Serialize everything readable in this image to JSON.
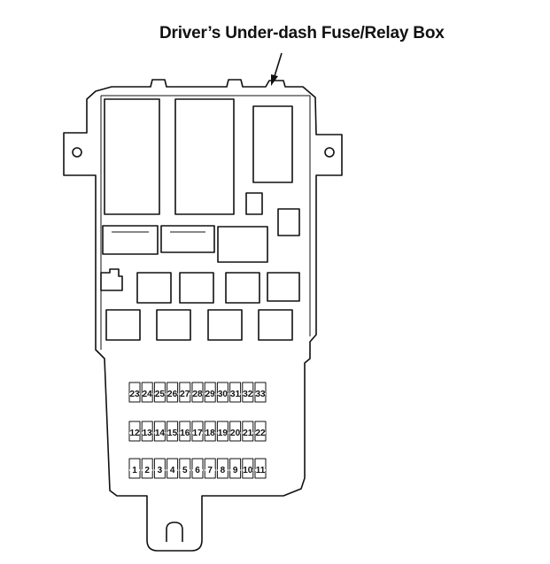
{
  "title": "Driver’s Under-dash Fuse/Relay Box",
  "fuse_rows": [
    [
      "23",
      "24",
      "25",
      "26",
      "27",
      "28",
      "29",
      "30",
      "31",
      "32",
      "33"
    ],
    [
      "12",
      "13",
      "14",
      "15",
      "16",
      "17",
      "18",
      "19",
      "20",
      "21",
      "22"
    ],
    [
      "1",
      "2",
      "3",
      "4",
      "5",
      "6",
      "7",
      "8",
      "9",
      "10",
      "11"
    ]
  ],
  "colors": {
    "line": "#111111",
    "background": "#ffffff"
  }
}
